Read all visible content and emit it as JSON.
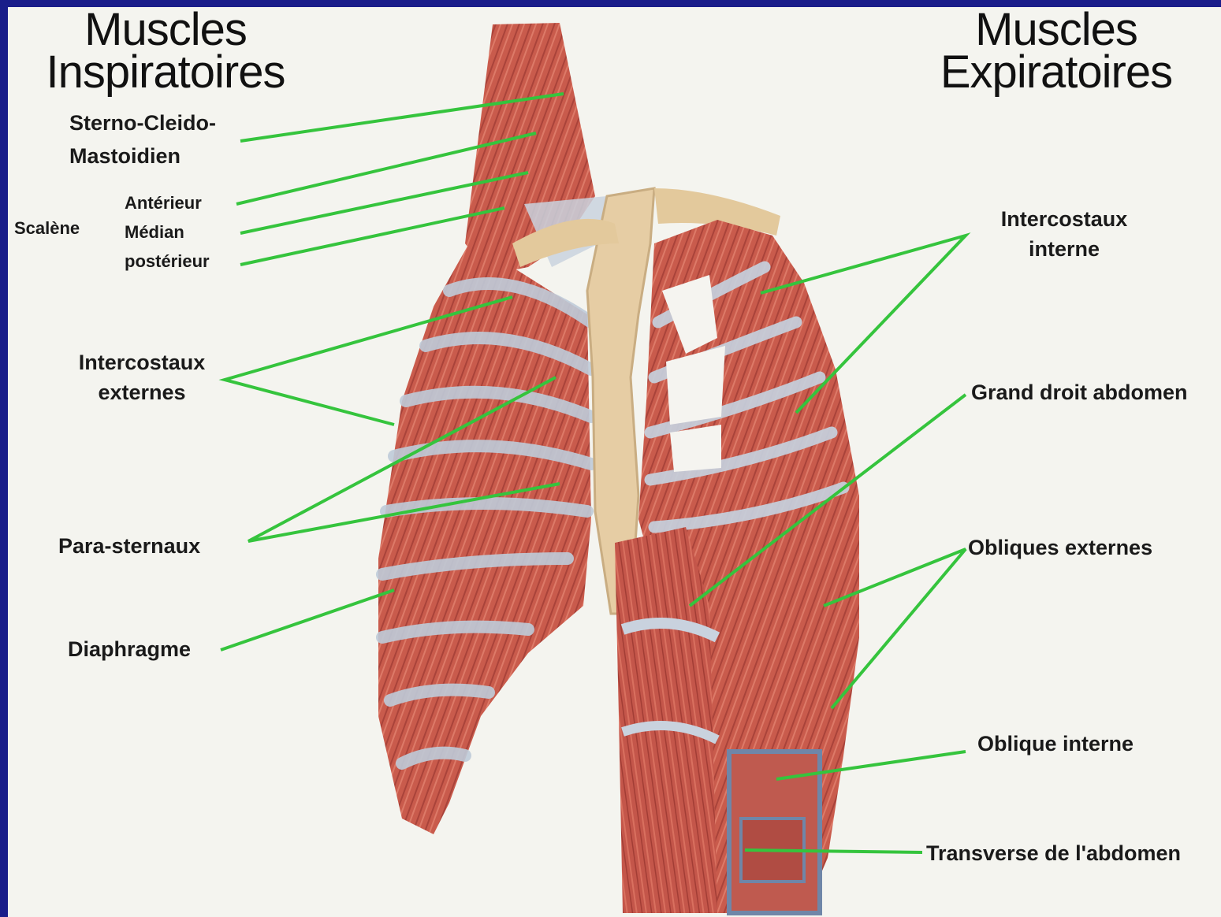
{
  "titles": {
    "inspiratory_line1": "Muscles",
    "inspiratory_line2": "Inspiratoires",
    "expiratory_line1": "Muscles",
    "expiratory_line2": "Expiratoires"
  },
  "labels": {
    "sterno_1": "Sterno-Cleido-",
    "sterno_2": "Mastoidien",
    "scalene": "Scalène",
    "anterieur": "Antérieur",
    "median": "Médian",
    "posterieur": "postérieur",
    "intercostaux_ext_1": "Intercostaux",
    "intercostaux_ext_2": "externes",
    "para_sternaux": "Para-sternaux",
    "diaphragme": "Diaphragme",
    "intercostaux_int_1": "Intercostaux",
    "intercostaux_int_2": "interne",
    "grand_droit": "Grand droit abdomen",
    "obliques_externes": "Obliques externes",
    "oblique_interne": "Oblique interne",
    "transverse": "Transverse de l'abdomen"
  },
  "colors": {
    "frame": "#1a1d8a",
    "background": "#f4f4ef",
    "muscle": "#c9574a",
    "muscle_dark": "#a83c33",
    "bone": "#e8cfa6",
    "tendon": "#b9c6d8",
    "leader_line": "#35c43d"
  }
}
